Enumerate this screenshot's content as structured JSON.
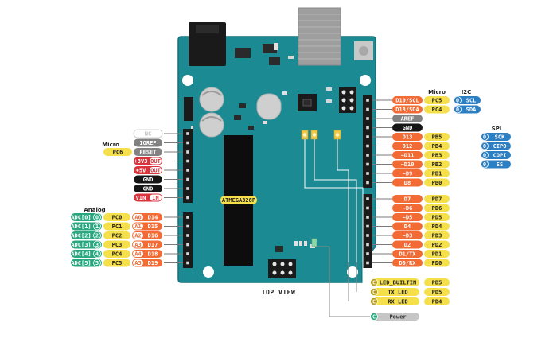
{
  "title": "TOP VIEW",
  "chip_label": "ATMEGA328P",
  "headers": {
    "micro_left": "Micro",
    "analog": "Analog",
    "micro_right": "Micro",
    "i2c": "I2C",
    "spi": "SPI"
  },
  "power_pins": [
    {
      "label": "NC",
      "style": "nc"
    },
    {
      "label": "IOREF",
      "style": "gray",
      "micro": "PC6"
    },
    {
      "label": "RESET",
      "style": "gray"
    },
    {
      "label": "+3V3",
      "style": "red",
      "tag": "OUT"
    },
    {
      "label": "+5V",
      "style": "red",
      "tag": "OUT"
    },
    {
      "label": "GND",
      "style": "black"
    },
    {
      "label": "GND",
      "style": "black"
    },
    {
      "label": "VIN",
      "style": "red",
      "tag": "IN"
    }
  ],
  "analog_pins": [
    {
      "adc": "ADC[0]",
      "num": "0",
      "port": "PC0",
      "a": "A0",
      "d": "D14"
    },
    {
      "adc": "ADC[1]",
      "num": "1",
      "port": "PC1",
      "a": "A1",
      "d": "D15"
    },
    {
      "adc": "ADC[2]",
      "num": "2",
      "port": "PC2",
      "a": "A2",
      "d": "D16"
    },
    {
      "adc": "ADC[3]",
      "num": "3",
      "port": "PC3",
      "a": "A3",
      "d": "D17"
    },
    {
      "adc": "ADC[4]",
      "num": "4",
      "port": "PC4",
      "a": "A4",
      "d": "D18"
    },
    {
      "adc": "ADC[5]",
      "num": "5",
      "port": "PC5",
      "a": "A5",
      "d": "D19"
    }
  ],
  "right_top": [
    {
      "label": "D19/SCL",
      "style": "orange",
      "micro": "PC5",
      "i2c": "SCL"
    },
    {
      "label": "D18/SDA",
      "style": "orange",
      "micro": "PC4",
      "i2c": "SDA"
    },
    {
      "label": "AREF",
      "style": "gray"
    },
    {
      "label": "GND",
      "style": "black"
    }
  ],
  "right_digital": [
    {
      "label": "D13",
      "micro": "PB5",
      "spi": "SCK"
    },
    {
      "label": "D12",
      "micro": "PB4",
      "spi": "CIPO"
    },
    {
      "label": "~D11",
      "micro": "PB3",
      "spi": "COPI"
    },
    {
      "label": "~D10",
      "micro": "PB2",
      "spi": "SS"
    },
    {
      "label": "~D9",
      "micro": "PB1"
    },
    {
      "label": "D8",
      "micro": "PB0"
    },
    {
      "label": "D7",
      "micro": "PD7"
    },
    {
      "label": "~D6",
      "micro": "PD6"
    },
    {
      "label": "~D5",
      "micro": "PD5"
    },
    {
      "label": "D4",
      "micro": "PD4"
    },
    {
      "label": "~D3",
      "micro": "PD3"
    },
    {
      "label": "D2",
      "micro": "PD2"
    },
    {
      "label": "D1/TX",
      "micro": "PD1"
    },
    {
      "label": "D0/RX",
      "micro": "PD0"
    }
  ],
  "leds": [
    {
      "label": "LED_BUILTIN",
      "micro": "PB5"
    },
    {
      "label": "TX LED",
      "micro": "PD5"
    },
    {
      "label": "RX LED",
      "micro": "PD4"
    }
  ],
  "power_led": {
    "label": "Power"
  },
  "colors": {
    "board": "#1b8a92",
    "board_edge": "#13727a",
    "orange": "#f26b35",
    "yellow": "#f5e04c",
    "green": "#2aa77f",
    "blue": "#2d7fc3",
    "red": "#d8343b",
    "gray": "#828282",
    "black": "#161616",
    "light_gray": "#c6c6c6"
  }
}
